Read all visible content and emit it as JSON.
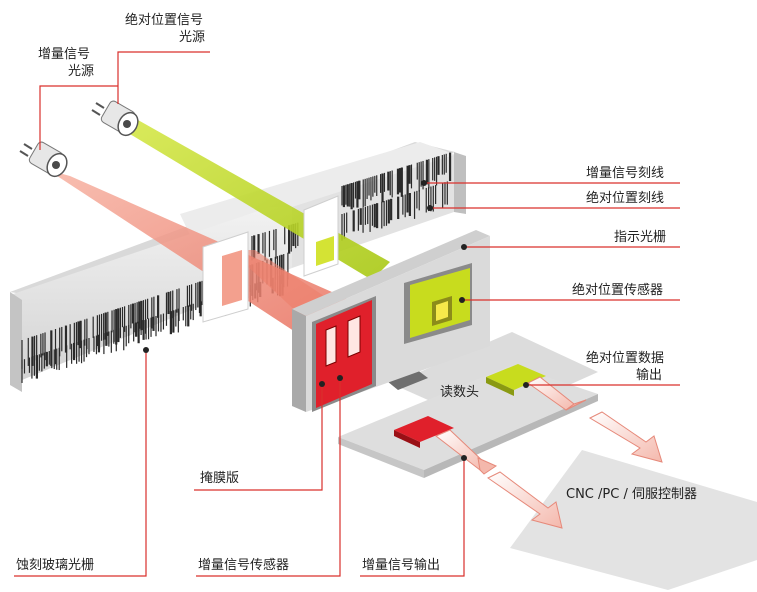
{
  "colors": {
    "accent_red": "#e0202b",
    "lime": "#c8dc1e",
    "beam_red": "#f08a78",
    "beam_lime": "#b8d61e",
    "panel_gray": "#d8d8d8",
    "line_red": "#d9302c"
  },
  "labels": {
    "absolute_source_line1": "绝对位置信号",
    "absolute_source_line2": "光源",
    "incremental_source_line1": "增量信号",
    "incremental_source_line2": "光源",
    "incremental_lines": "增量信号刻线",
    "absolute_lines": "绝对位置刻线",
    "index_grating": "指示光栅",
    "absolute_sensor": "绝对位置传感器",
    "absolute_output_line1": "绝对位置数据",
    "absolute_output_line2": "输出",
    "read_head": "读数头",
    "controller": "CNC /PC / 伺服控制器",
    "mask_plate": "掩膜版",
    "etched_grating": "蚀刻玻璃光栅",
    "incremental_sensor": "增量信号传感器",
    "incremental_output": "增量信号输出"
  }
}
